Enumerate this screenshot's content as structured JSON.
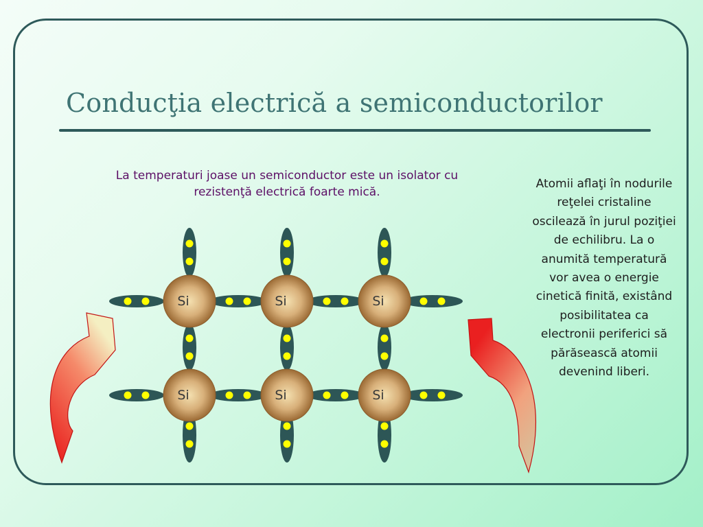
{
  "slide": {
    "title": "Conducţia electrică a semiconductorilor",
    "caption": "La temperaturi joase un semiconductor este un isolator cu rezistenţă electrică foarte mică.",
    "side_text": "Atomii aflaţi în nodurile reţelei cristaline oscilează în jurul poziţiei de echilibru. La o anumită temperatură vor avea o energie cinetică finită, existând posibilitatea ca electronii periferici să părăsească atomii devenind liberi."
  },
  "lattice": {
    "atom_label": "Si",
    "atoms": [
      {
        "row": 1,
        "col": 1,
        "label": "Si"
      },
      {
        "row": 1,
        "col": 2,
        "label": "Si"
      },
      {
        "row": 1,
        "col": 3,
        "label": "Si"
      },
      {
        "row": 2,
        "col": 1,
        "label": "Si"
      },
      {
        "row": 2,
        "col": 2,
        "label": "Si"
      },
      {
        "row": 2,
        "col": 3,
        "label": "Si"
      }
    ],
    "electrons_per_bond": 2
  },
  "colors": {
    "title": "#3f7474",
    "frame": "#2e5a5a",
    "caption": "#5c0f66",
    "bond": "#2d5656",
    "electron": "#ffff00",
    "atom_light": "#f4e0b0",
    "atom_dark": "#9b6a34",
    "arrow_red": "#e81818",
    "arrow_light": "#f2f0c0"
  }
}
